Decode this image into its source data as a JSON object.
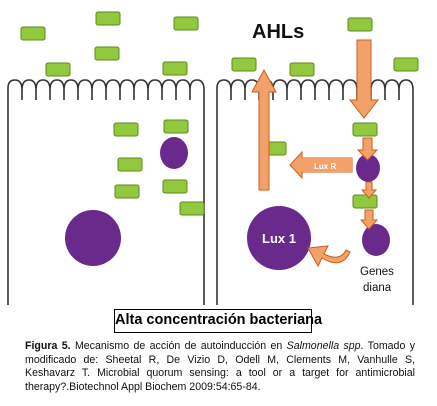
{
  "diagram": {
    "ahls_label": "AHLs",
    "luxr_label": "Lux R",
    "lux1_label": "Lux 1",
    "genes_label_line1": "Genes",
    "genes_label_line2": "diana",
    "colors": {
      "ahl": "#92c83e",
      "ahl_stroke": "#5e8a1c",
      "protein": "#6a2a8c",
      "arrow": "#f2a16b",
      "arrow_stroke": "#c85f1c",
      "cell_stroke": "#333333"
    }
  },
  "caption_box": "Alta concentración bacteriana",
  "caption": {
    "figure_label": "Figura 5.",
    "text_before_italic": " Mecanismo de acción de autoinducción en ",
    "italic": "Salmonella spp",
    "text_after_italic": ". Tomado y modificado de: Sheetal R, De Vizio D, Odell M, Clements M, Vanhulle S, Keshavarz T. Microbial quorum sensing: a tool or a target for antimicrobial therapy?.Biotechnol Appl Biochem 2009:54:65-84."
  }
}
